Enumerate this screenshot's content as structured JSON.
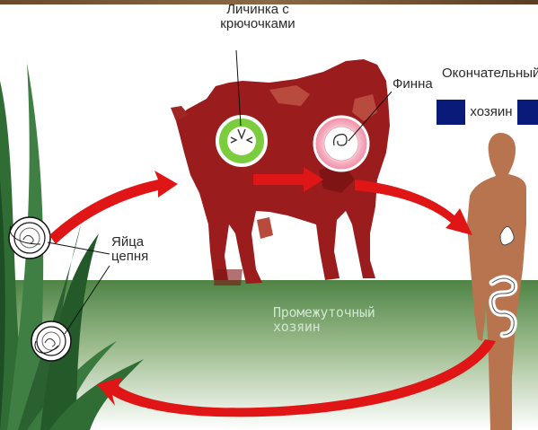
{
  "labels": {
    "larva_line1": "Личинка с",
    "larva_line2": "крючочками",
    "finna": "Финна",
    "final_host_line1": "Окончательный",
    "final_host_line2": "хозяин",
    "eggs_line1": "Яйца",
    "eggs_line2": "цепня",
    "intermediate_line1": "Промежуточный",
    "intermediate_line2": "хозяин"
  },
  "colors": {
    "arrow": "#e01616",
    "cow": "#9b1c1c",
    "human": "#b8734f",
    "grass": "#2f6d35",
    "ground": "#5c8f4e",
    "label_box": "#0a1a78"
  }
}
